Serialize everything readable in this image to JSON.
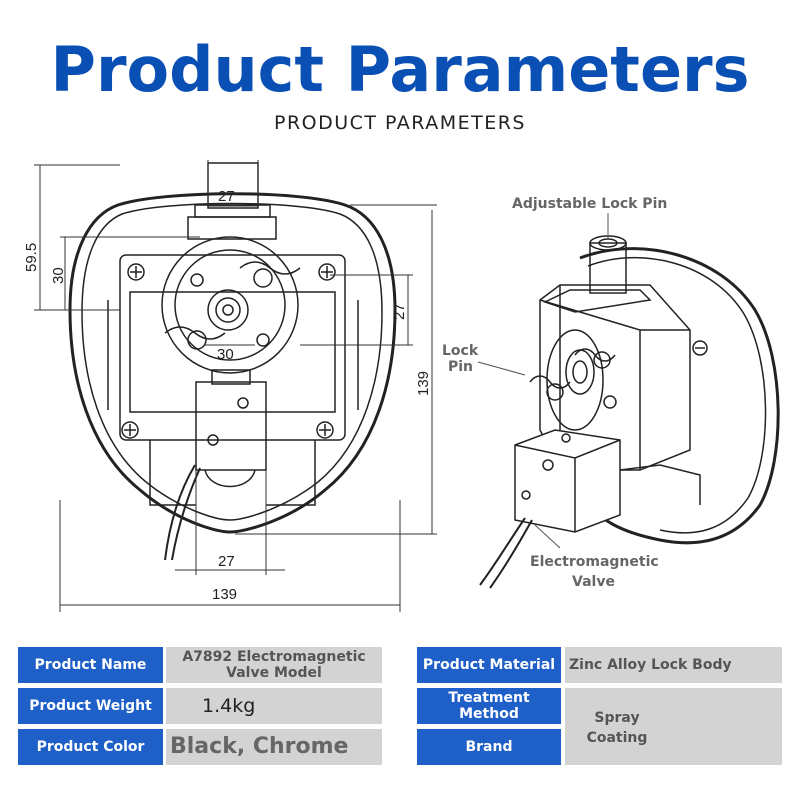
{
  "header": {
    "title": "Product Parameters",
    "subtitle": "PRODUCT PARAMETERS"
  },
  "drawing": {
    "dimensions": {
      "overall_width": "139",
      "overall_height": "139",
      "pin_width": "27",
      "left_height_outer": "59.5",
      "left_height_inner": "30",
      "right_offset": "27",
      "center_span": "30",
      "valve_width": "27"
    },
    "callouts": {
      "adjustable_lock_pin": "Adjustable Lock Pin",
      "lock_pin_1": "Lock",
      "lock_pin_2": "Pin",
      "valve_1": "Electromagnetic",
      "valve_2": "Valve"
    }
  },
  "specs": {
    "left": [
      {
        "label": "Product Name",
        "value_1": "A7892 Electromagnetic",
        "value_2": "Valve Model"
      },
      {
        "label": "Product Weight",
        "value": "1.4kg"
      },
      {
        "label": "Product Color",
        "value": "Black, Chrome"
      }
    ],
    "right": [
      {
        "label": "Product Material",
        "value": "Zinc Alloy Lock Body"
      },
      {
        "label_1": "Treatment",
        "label_2": "Method"
      },
      {
        "label": "Brand"
      }
    ],
    "treatment_value_1": "Spray",
    "treatment_value_2": "Coating"
  },
  "colors": {
    "title_blue": "#0a4fb4",
    "header_blue": "#1f5fc8",
    "value_gray": "#d3d3d3"
  }
}
